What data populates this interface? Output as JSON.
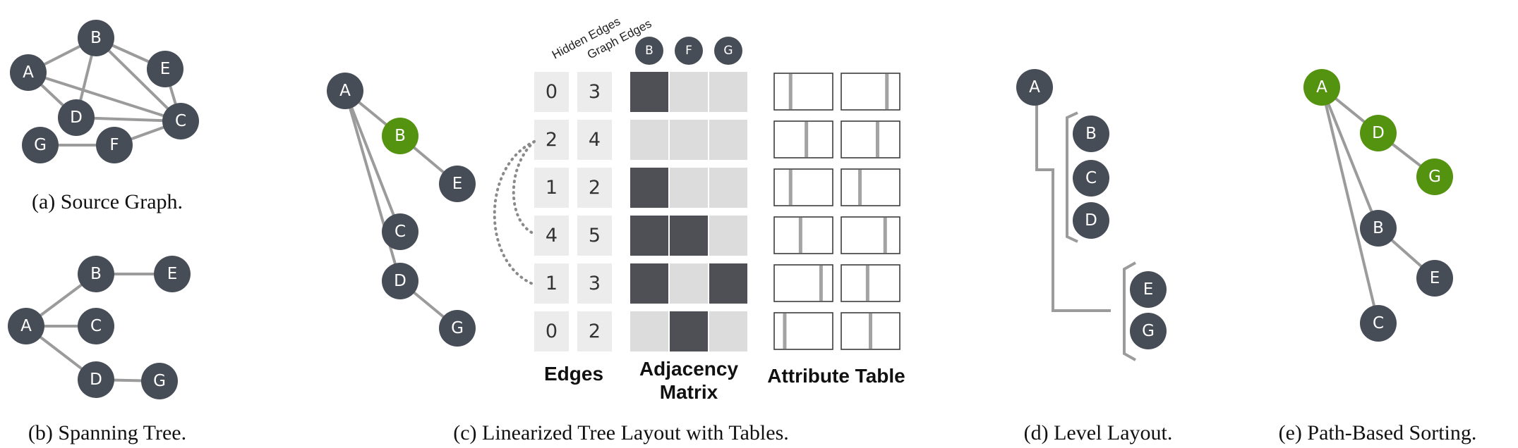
{
  "panels": {
    "a": {
      "caption": "(a)  Source Graph."
    },
    "b": {
      "caption": "(b)  Spanning Tree."
    },
    "c": {
      "caption": "(c)  Linearized Tree Layout with Tables.",
      "column_headers": {
        "hidden_edges": "Hidden Edges",
        "graph_edges": "Graph Edges"
      },
      "matrix_header_nodes": [
        "B",
        "F",
        "G"
      ],
      "edges_label": "Edges",
      "adjacency_label_line1": "Adjacency",
      "adjacency_label_line2": "Matrix",
      "attribute_label": "Attribute Table",
      "rows": [
        {
          "hidden": "0",
          "graph": "3"
        },
        {
          "hidden": "2",
          "graph": "4"
        },
        {
          "hidden": "1",
          "graph": "2"
        },
        {
          "hidden": "4",
          "graph": "5"
        },
        {
          "hidden": "1",
          "graph": "3"
        },
        {
          "hidden": "0",
          "graph": "2"
        }
      ],
      "adjacency": [
        [
          1,
          0,
          0
        ],
        [
          0,
          0,
          0
        ],
        [
          1,
          0,
          0
        ],
        [
          1,
          1,
          0
        ],
        [
          1,
          0,
          1
        ],
        [
          0,
          1,
          0
        ]
      ],
      "attributes": [
        [
          0.28,
          0.78
        ],
        [
          0.55,
          0.62
        ],
        [
          0.28,
          0.32
        ],
        [
          0.45,
          0.75
        ],
        [
          0.8,
          0.45
        ],
        [
          0.18,
          0.5
        ]
      ]
    },
    "d": {
      "caption": "(d)  Level Layout."
    },
    "e": {
      "caption": "(e)  Path-Based Sorting."
    }
  },
  "node_labels": {
    "A": "A",
    "B": "B",
    "C": "C",
    "D": "D",
    "E": "E",
    "F": "F",
    "G": "G"
  },
  "colors": {
    "node": "#474d57",
    "highlight": "#54930f",
    "edge": "#9b9b9b"
  }
}
